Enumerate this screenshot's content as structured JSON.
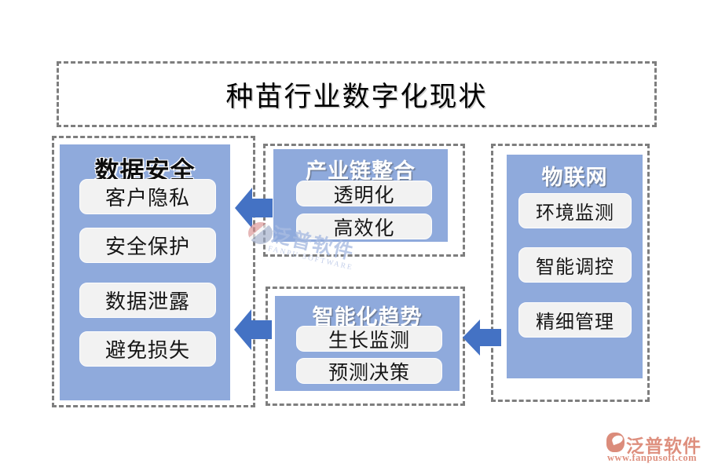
{
  "title": "种苗行业数字化现状",
  "groups": {
    "data_security": {
      "title": "数据安全",
      "items": [
        "客户隐私",
        "安全保护",
        "数据泄露",
        "避免损失"
      ]
    },
    "industry_chain": {
      "title": "产业链整合",
      "items": [
        "透明化",
        "高效化"
      ]
    },
    "intelligent_trend": {
      "title": "智能化趋势",
      "items": [
        "生长监测",
        "预测决策"
      ]
    },
    "iot": {
      "title": "物联网",
      "items": [
        "环境监测",
        "智能调控",
        "精细管理"
      ]
    }
  },
  "watermark": {
    "brand_cn": "泛普软件",
    "brand_en": "FANPU SOFTWARE"
  },
  "footer": {
    "brand": "泛普软件",
    "url": "www.fanpusoft.com"
  },
  "colors": {
    "box_fill": "#8FAADC",
    "arrow_blue": "#4472C4",
    "pill_fill": "#F2F2F2",
    "dash_gray": "#7E7E7E",
    "brand_salmon": "#DE8F7E"
  }
}
